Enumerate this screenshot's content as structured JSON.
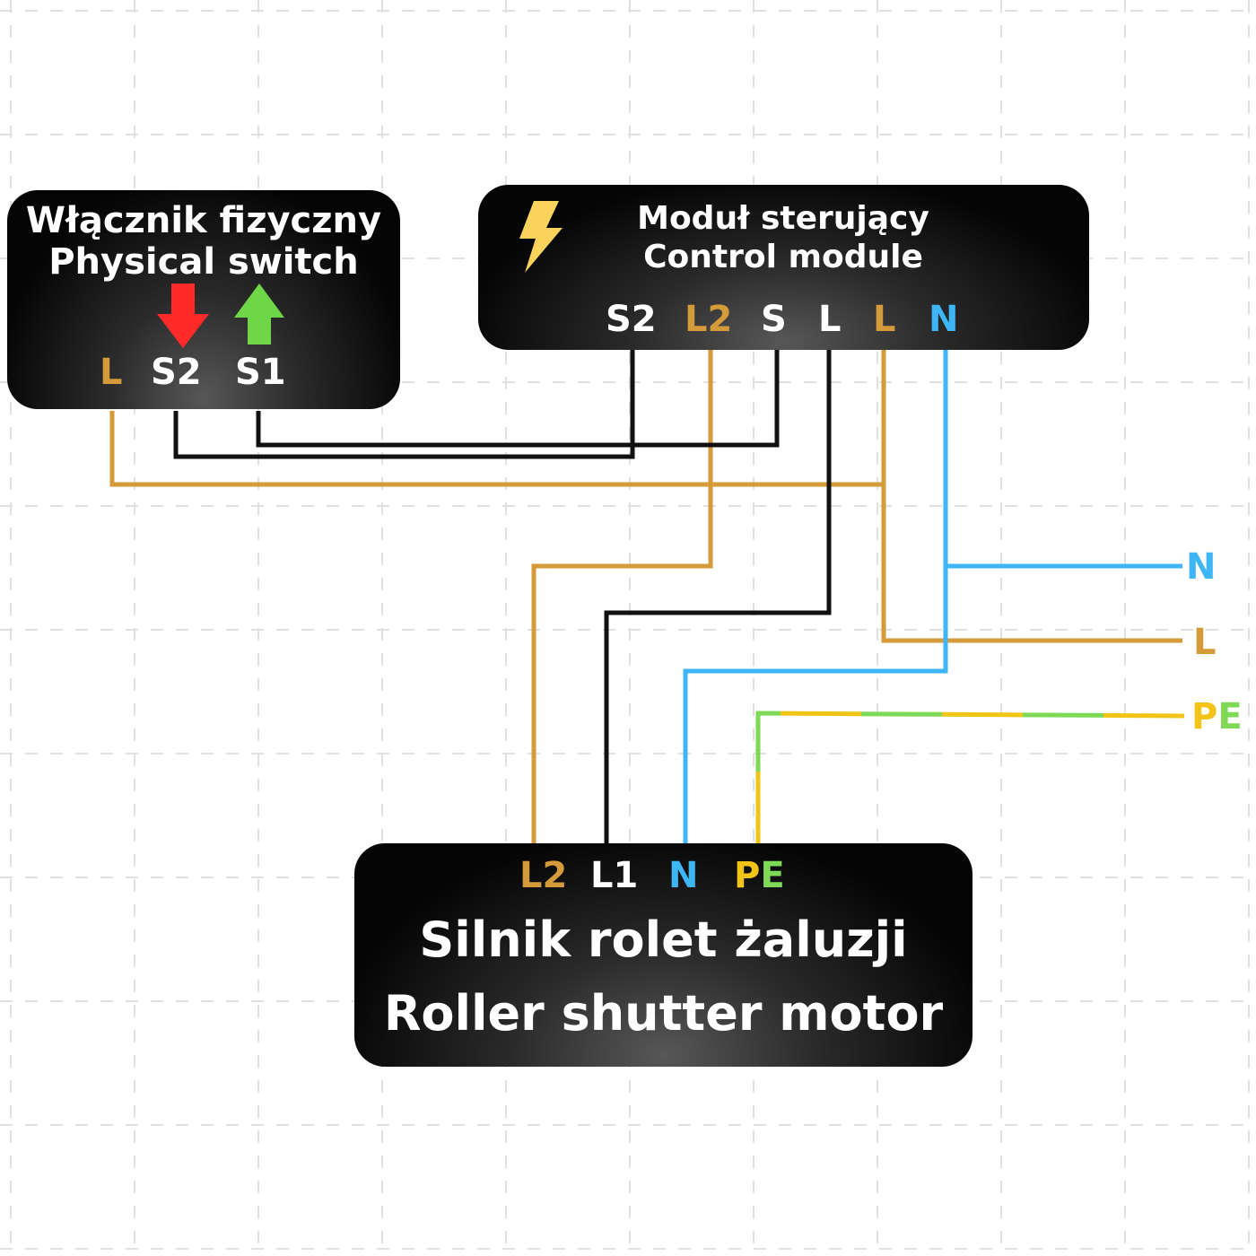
{
  "colors": {
    "background": "#ffffff",
    "grid": "#e0e0e0",
    "box": "#0a0a0a",
    "text": "#ffffff",
    "live": "#d59a3a",
    "black_wire": "#111111",
    "neutral": "#3eb6f5",
    "earth_green": "#7ed957",
    "earth_yellow": "#f2c417",
    "arrow_down": "#ff2a2a",
    "arrow_up": "#6fd648",
    "lightning": "#f9d35b"
  },
  "switch": {
    "title_pl": "Włącznik fizyczny",
    "title_en": "Physical switch",
    "terminals": {
      "l": "L",
      "s2": "S2",
      "s1": "S1"
    },
    "arrow_down_icon": "arrow-down-icon",
    "arrow_up_icon": "arrow-up-icon"
  },
  "module": {
    "icon": "lightning-icon",
    "title_pl": "Moduł sterujący",
    "title_en": "Control module",
    "terminals": {
      "s2": "S2",
      "l2": "L2",
      "s": "S",
      "l_out": "L",
      "l_in": "L",
      "n": "N"
    }
  },
  "motor": {
    "title_pl": "Silnik rolet żaluzji",
    "title_en": "Roller shutter motor",
    "terminals": {
      "l2": "L2",
      "l1": "L1",
      "n": "N",
      "pe": "PE"
    }
  },
  "supply": {
    "n": "N",
    "l": "L",
    "pe": "PE"
  }
}
